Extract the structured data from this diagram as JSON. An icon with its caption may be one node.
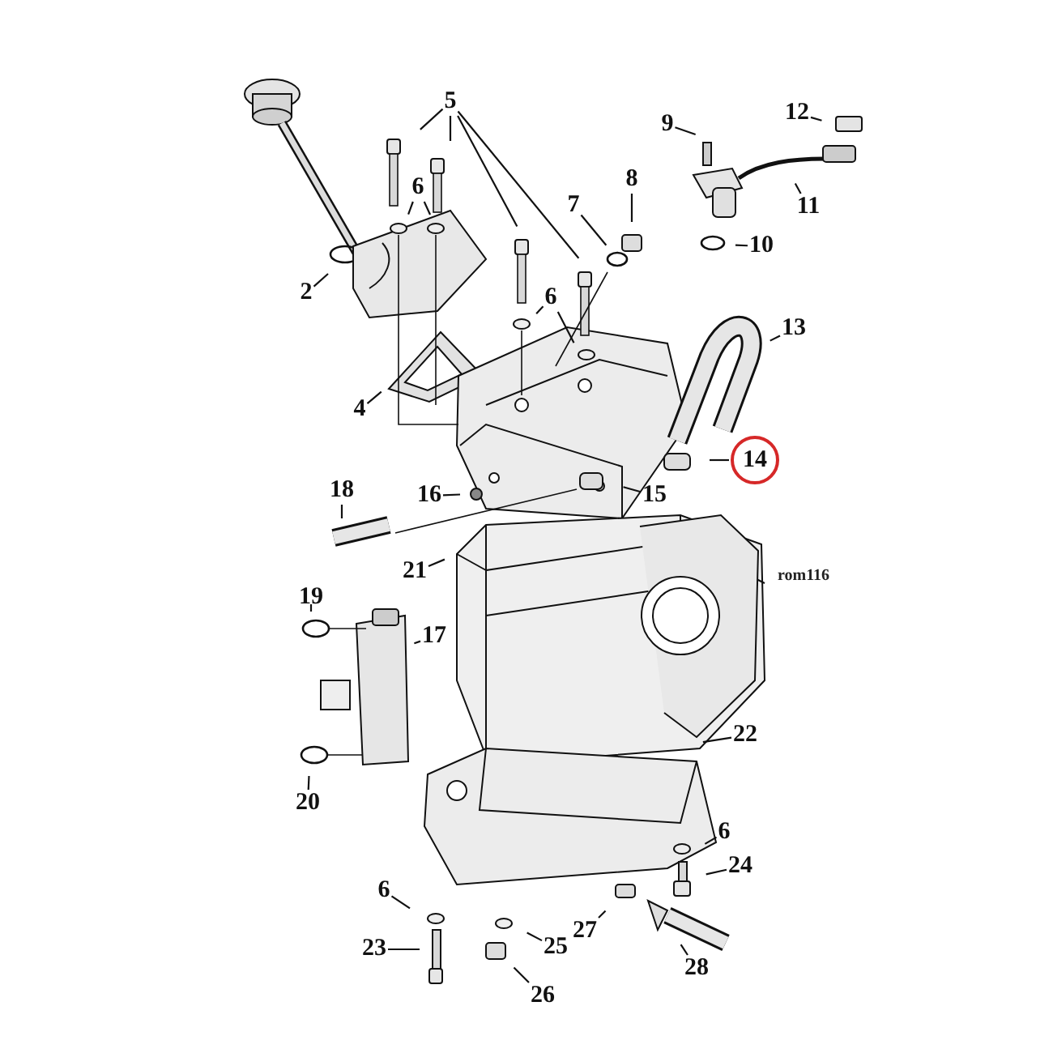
{
  "diagram": {
    "nodes": [
      {
        "text": [
          "5"
        ]
      },
      {
        "text": [
          "6"
        ]
      },
      {
        "text": [
          "9"
        ]
      },
      {
        "text": [
          "12"
        ]
      },
      {
        "text": [
          "8"
        ]
      },
      {
        "text": [
          "7"
        ]
      },
      {
        "text": [
          "11"
        ]
      },
      {
        "text": [
          "2"
        ]
      },
      {
        "text": [
          "10"
        ]
      },
      {
        "text": [
          "6"
        ]
      },
      {
        "text": [
          "13"
        ]
      },
      {
        "text": [
          "4"
        ]
      },
      {
        "text": [
          "14"
        ]
      },
      {
        "text": [
          "18"
        ]
      },
      {
        "text": [
          "16"
        ]
      },
      {
        "text": [
          "15"
        ]
      },
      {
        "text": [
          "21"
        ]
      },
      {
        "text": [
          "19"
        ]
      },
      {
        "text": [
          "17"
        ]
      },
      {
        "text": [
          "22"
        ]
      },
      {
        "text": [
          "20"
        ]
      },
      {
        "text": [
          "6"
        ]
      },
      {
        "text": [
          "24"
        ]
      },
      {
        "text": [
          "6"
        ]
      },
      {
        "text": [
          "27"
        ]
      },
      {
        "text": [
          "23"
        ]
      },
      {
        "text": [
          "25"
        ]
      },
      {
        "text": [
          "28"
        ]
      },
      {
        "text": [
          "26"
        ]
      }
    ],
    "edges": [
      {
        "from": 0,
        "to": null,
        "arrow": "none"
      },
      {
        "from": 0,
        "to": null,
        "arrow": "none"
      },
      {
        "from": 0,
        "to": null,
        "arrow": "none"
      },
      {
        "from": 0,
        "to": null,
        "arrow": "none"
      },
      {
        "from": 1,
        "to": null,
        "arrow": "none"
      },
      {
        "from": 1,
        "to": null,
        "arrow": "none"
      },
      {
        "from": 2,
        "to": null,
        "arrow": "none"
      },
      {
        "from": 3,
        "to": null,
        "arrow": "none"
      },
      {
        "from": 4,
        "to": null,
        "arrow": "none"
      },
      {
        "from": 5,
        "to": null,
        "arrow": "none"
      },
      {
        "from": 6,
        "to": null,
        "arrow": "none"
      },
      {
        "from": 7,
        "to": null,
        "arrow": "none"
      },
      {
        "from": 8,
        "to": null,
        "arrow": "none"
      },
      {
        "from": 9,
        "to": null,
        "arrow": "none"
      },
      {
        "from": 9,
        "to": null,
        "arrow": "none"
      },
      {
        "from": 10,
        "to": null,
        "arrow": "none"
      },
      {
        "from": 11,
        "to": null,
        "arrow": "none"
      },
      {
        "from": 12,
        "to": null,
        "arrow": "none"
      },
      {
        "from": 13,
        "to": null,
        "arrow": "none"
      },
      {
        "from": 14,
        "to": null,
        "arrow": "none"
      },
      {
        "from": 15,
        "to": null,
        "arrow": "none"
      },
      {
        "from": 16,
        "to": null,
        "arrow": "none"
      },
      {
        "from": 17,
        "to": null,
        "arrow": "none"
      },
      {
        "from": 18,
        "to": null,
        "arrow": "none"
      },
      {
        "from": 19,
        "to": null,
        "arrow": "none"
      },
      {
        "from": 20,
        "to": null,
        "arrow": "none"
      },
      {
        "from": 21,
        "to": null,
        "arrow": "none"
      },
      {
        "from": 22,
        "to": null,
        "arrow": "none"
      },
      {
        "from": 23,
        "to": null,
        "arrow": "none"
      },
      {
        "from": 24,
        "to": null,
        "arrow": "none"
      },
      {
        "from": 25,
        "to": null,
        "arrow": "none"
      },
      {
        "from": 26,
        "to": null,
        "arrow": "none"
      },
      {
        "from": 27,
        "to": null,
        "arrow": "none"
      },
      {
        "from": 28,
        "to": null,
        "arrow": "none"
      }
    ],
    "labels": [
      "rom116"
    ]
  }
}
